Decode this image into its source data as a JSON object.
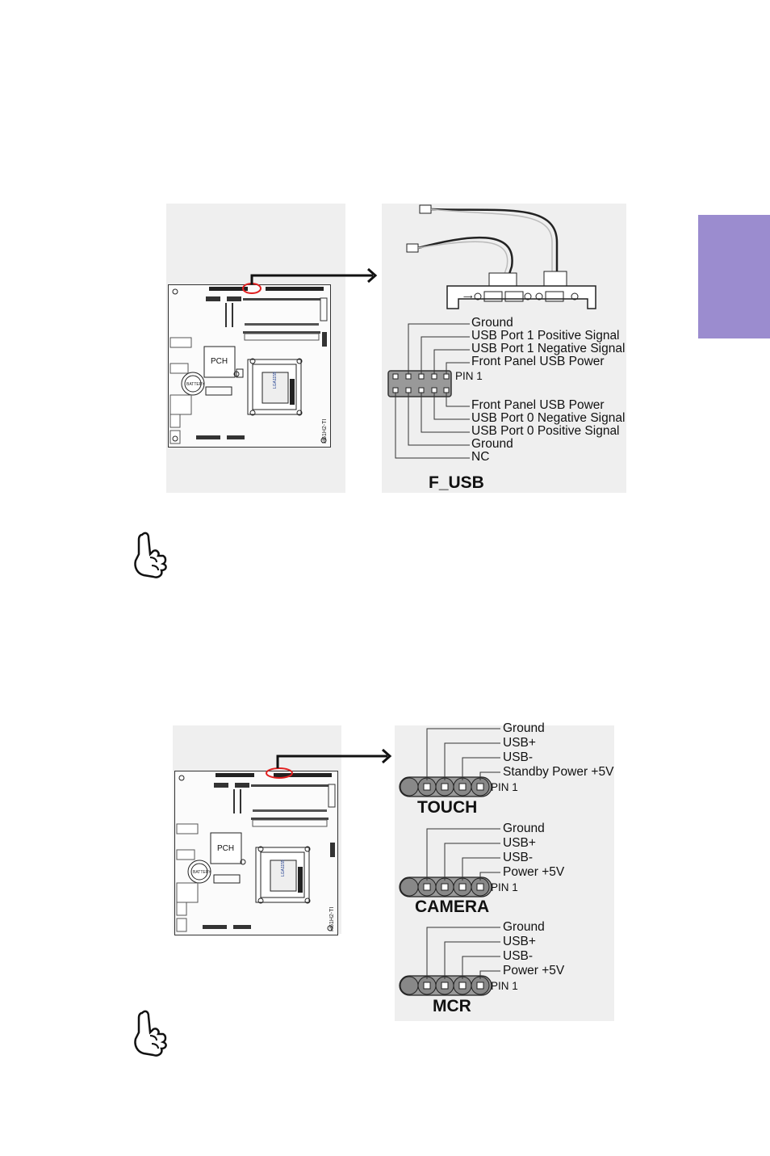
{
  "side_tab": {
    "color": "#9b8ccf"
  },
  "figure1": {
    "title": "F_USB",
    "pin1": "PIN 1",
    "top_labels": [
      "Ground",
      "USB Port 1 Positive Signal",
      "USB Port 1 Negative Signal",
      "Front Panel USB Power"
    ],
    "bottom_labels": [
      "Front Panel USB Power",
      "USB Port 0 Negative Signal",
      "USB Port 0 Positive Signal",
      "Ground",
      "NC"
    ],
    "board": {
      "chip": "PCH",
      "socket": "LGA1155",
      "battery": "BATTERY",
      "model": "H61H2-TI"
    }
  },
  "figure2": {
    "board": {
      "chip": "PCH",
      "socket": "LGA1155",
      "battery": "BATTERY",
      "model": "H61H2-TI"
    },
    "headers": [
      {
        "title": "TOUCH",
        "pin1": "PIN 1",
        "labels": [
          "Ground",
          "USB+",
          "USB-",
          "Standby Power +5V"
        ]
      },
      {
        "title": "CAMERA",
        "pin1": "PIN 1",
        "labels": [
          "Ground",
          "USB+",
          "USB-",
          "Power +5V"
        ]
      },
      {
        "title": "MCR",
        "pin1": "PIN 1",
        "labels": [
          "Ground",
          "USB+",
          "USB-",
          "Power +5V"
        ]
      }
    ]
  },
  "note_icons": [
    "pointing-hand-icon",
    "pointing-hand-icon"
  ]
}
